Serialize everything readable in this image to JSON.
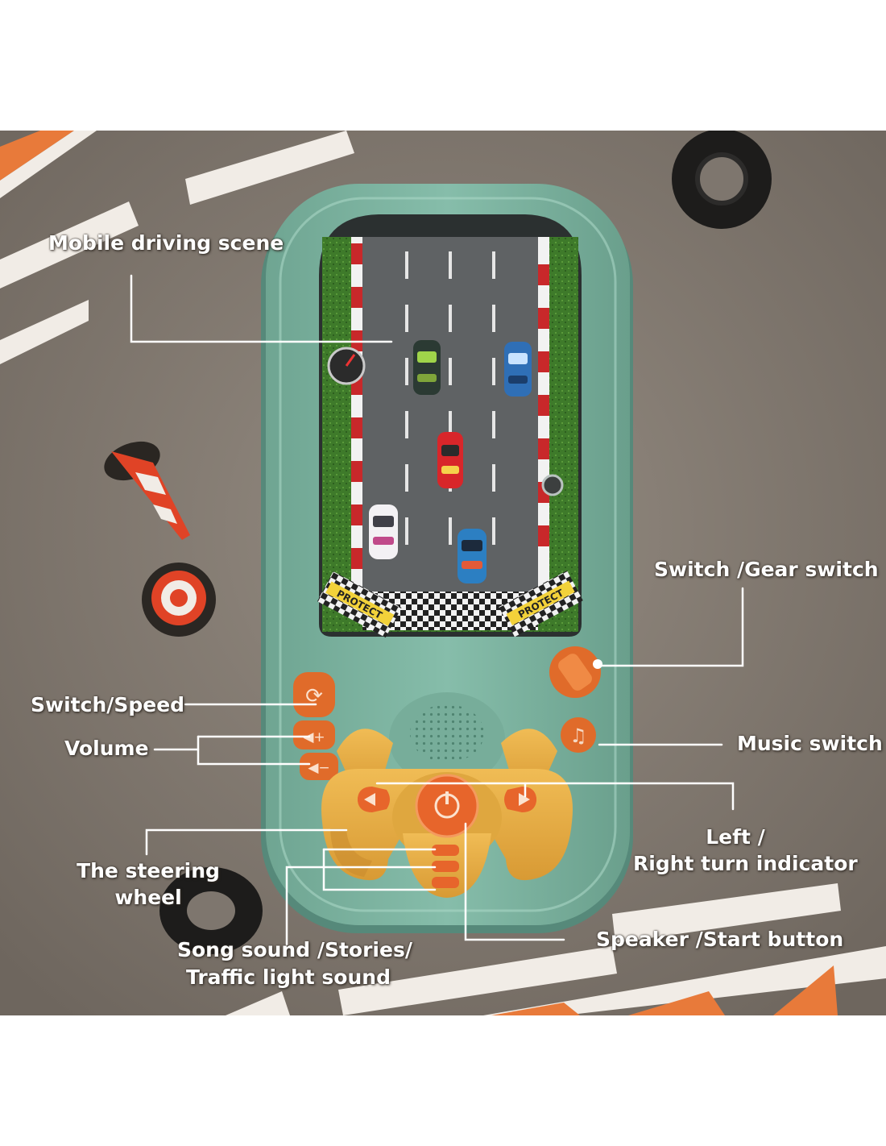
{
  "labels": {
    "mobile_driving_scene": "Mobile driving scene",
    "switch_gear_switch": "Switch /Gear switch",
    "switch_speed": "Switch/Speed",
    "volume": "Volume",
    "music_switch": "Music switch",
    "left_right_turn_1": "Left /",
    "left_right_turn_2": "Right turn indicator",
    "steering_wheel_1": "The steering",
    "steering_wheel_2": "wheel",
    "song_sound_1": "Song sound /Stories/",
    "song_sound_2": "Traffic light sound",
    "speaker_start": "Speaker /Start button"
  },
  "screen_text": {
    "protect_left": "PROTECT",
    "protect_right": "PROTECT"
  },
  "colors": {
    "floor": "#8a8178",
    "toy_body": "#7fb5a2",
    "toy_body_dark": "#5f9482",
    "steering_wheel": "#e6ad45",
    "accent_orange": "#ea6f2d",
    "road": "#5f6264",
    "grass": "#3e7a2a",
    "curb_red": "#c8282a",
    "leader_line": "#ffffff"
  },
  "icons": {
    "switch_button": "refresh-icon",
    "volume_up": "volume-up-icon",
    "volume_down": "volume-down-icon",
    "music": "music-note-icon",
    "start": "power-icon",
    "left_turn": "arrow-left-icon",
    "right_turn": "arrow-right-icon",
    "gear": "gear-knob-icon"
  }
}
